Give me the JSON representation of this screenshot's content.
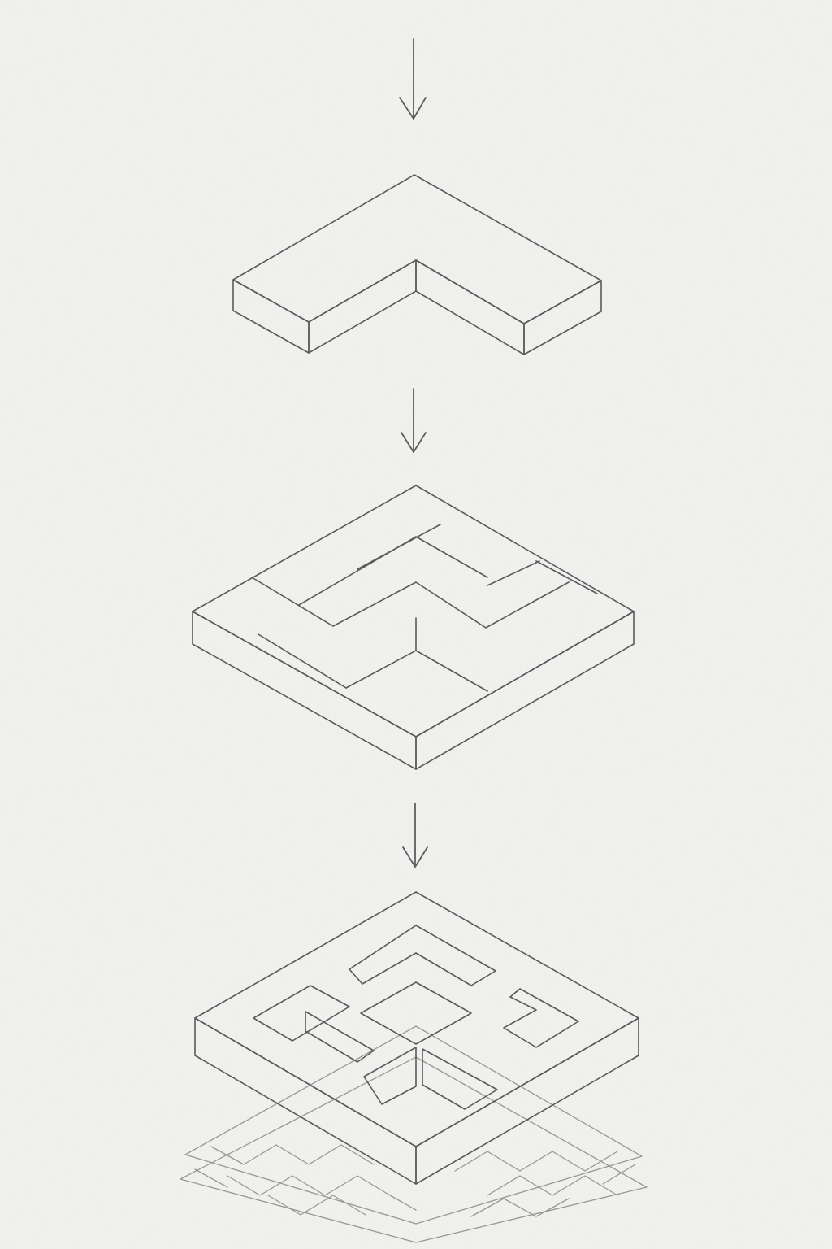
{
  "diagram": {
    "kind": "pencil-sketch",
    "stages": [
      {
        "name": "l-shaped-block"
      },
      {
        "name": "interlocking-tile"
      },
      {
        "name": "maze-block"
      },
      {
        "name": "maze-floor-pattern"
      }
    ],
    "arrow_count": 3
  }
}
